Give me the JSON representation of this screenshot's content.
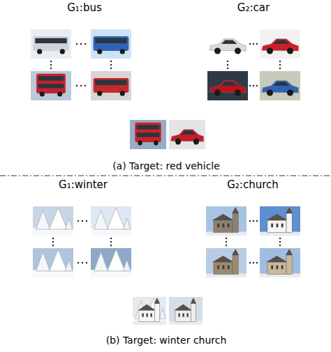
{
  "diagram": {
    "nodes": [
      {
        "text": [
          "G₁:bus"
        ]
      },
      {
        "text": [
          "G₂:car"
        ]
      },
      {
        "text": [
          "(a) Target: red vehicle"
        ]
      },
      {
        "text": [
          "G₁:winter"
        ]
      },
      {
        "text": [
          "G₂:church"
        ]
      },
      {
        "text": [
          "(b) Target: winter church"
        ]
      }
    ]
  }
}
